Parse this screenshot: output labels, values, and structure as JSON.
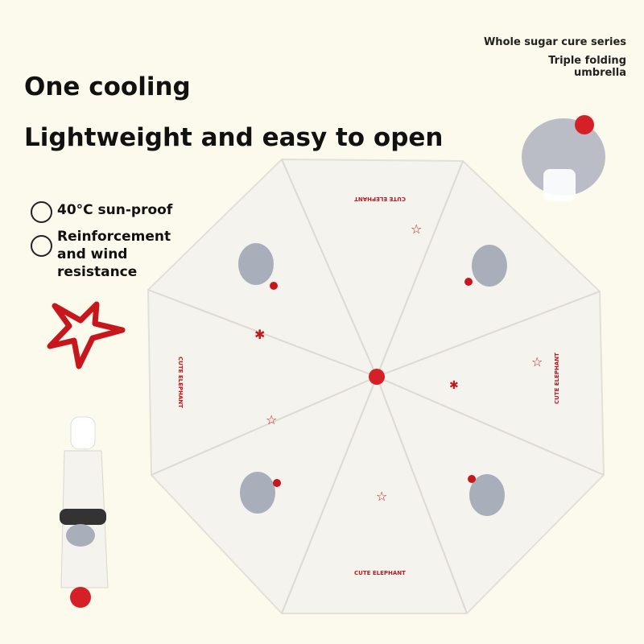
{
  "headline": {
    "line1": "One cooling",
    "line2": "Lightweight and easy to open"
  },
  "series": {
    "name": "Whole sugar cure series",
    "type_line1": "Triple folding",
    "type_line2": "umbrella"
  },
  "features": [
    {
      "label": "40°C sun-proof"
    },
    {
      "label": "Reinforcement and wind resistance"
    }
  ],
  "umbrella": {
    "print_label": "CUTE ELEPHANT",
    "canopy_color": "#f4f3ee",
    "accent_color": "#c8161d",
    "elephant_color": "#a9aebb"
  }
}
